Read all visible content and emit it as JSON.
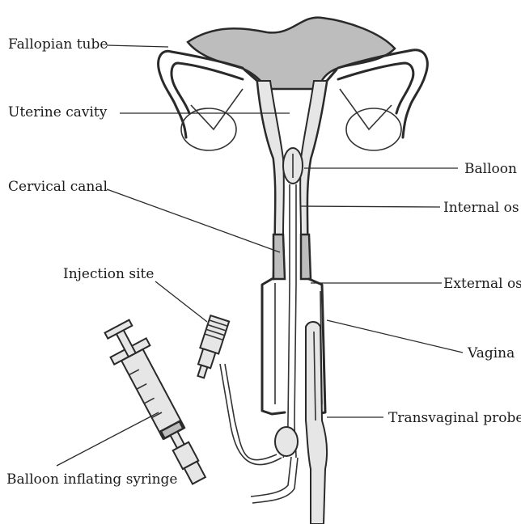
{
  "labels": {
    "fallopian_tube": "Fallopian tube",
    "uterine_cavity": "Uterine cavity",
    "cervical_canal": "Cervical canal",
    "injection_site": "Injection site",
    "balloon_inflating_syringe": "Balloon inflating syringe",
    "balloon": "Balloon",
    "internal_os": "Internal os",
    "external_os": "External os",
    "vagina": "Vagina",
    "transvaginal_probe": "Transvaginal probe"
  }
}
